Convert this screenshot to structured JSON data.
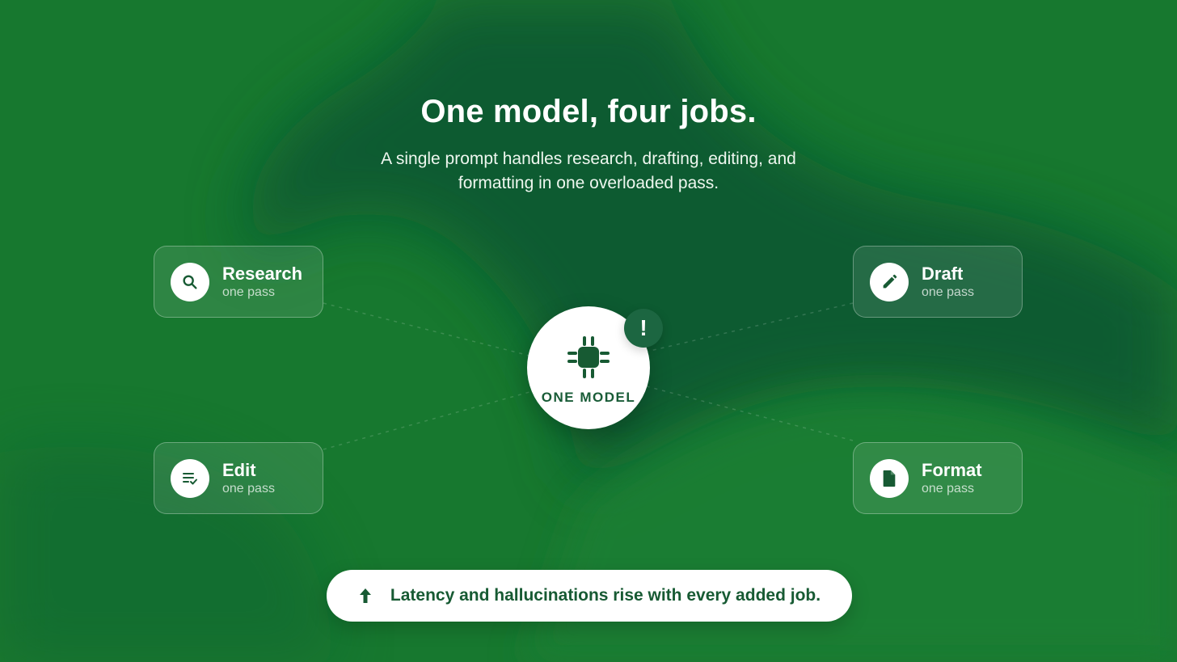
{
  "header": {
    "title": "One model, four jobs.",
    "subtitle": "A single prompt handles research, drafting, editing, and formatting in one overloaded pass."
  },
  "center": {
    "label": "ONE MODEL",
    "badge": "!",
    "icon": "chip-icon",
    "badge_icon": "exclamation-icon"
  },
  "jobs": [
    {
      "label": "Research",
      "sub": "one pass",
      "icon": "search-icon"
    },
    {
      "label": "Draft",
      "sub": "one pass",
      "icon": "pencil-icon"
    },
    {
      "label": "Edit",
      "sub": "one pass",
      "icon": "list-check-icon"
    },
    {
      "label": "Format",
      "sub": "one pass",
      "icon": "document-icon"
    }
  ],
  "footer": {
    "text": "Latency and hallucinations rise with every added job.",
    "icon": "arrow-up-icon"
  },
  "colors": {
    "background": "#17782f",
    "dark_accent": "#1c6641",
    "text_dark": "#175a33",
    "white": "#ffffff"
  }
}
